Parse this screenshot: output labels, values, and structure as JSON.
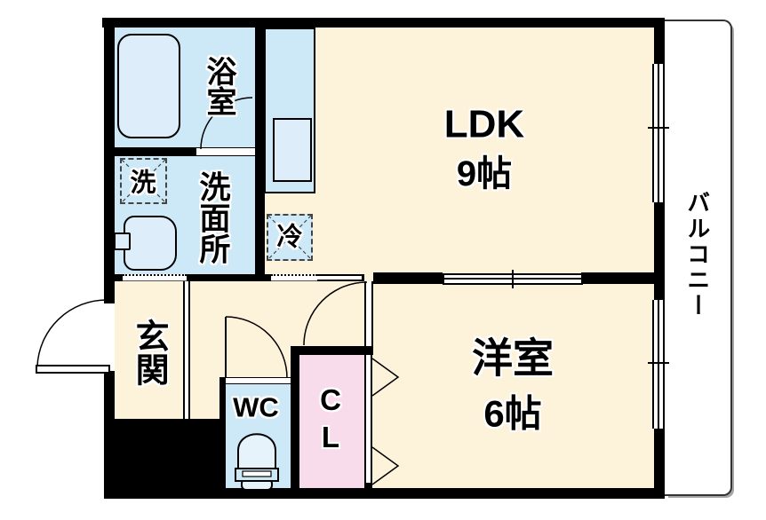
{
  "title": "1LDK apartment floor plan",
  "colors": {
    "wet-area": "#cde8f6",
    "wet-light": "#ddeefa",
    "room": "#fdf2da",
    "closet-pink": "#f8dcec",
    "wall": "#000000",
    "balcony": "#ffffff"
  },
  "rooms": {
    "ldk": {
      "name": "LDK",
      "size": "9帖"
    },
    "western_room": {
      "name": "洋室",
      "size": "6帖"
    },
    "bathroom": {
      "name": "浴室"
    },
    "washroom": {
      "name": "洗面所"
    },
    "entrance": {
      "name": "玄関"
    },
    "balcony": {
      "name": "バルコニー"
    },
    "toilet": {
      "name": "WC"
    },
    "closet": {
      "name": "CL"
    }
  },
  "fixtures": {
    "washing_machine": {
      "name": "洗"
    },
    "refrigerator": {
      "name": "冷"
    }
  }
}
